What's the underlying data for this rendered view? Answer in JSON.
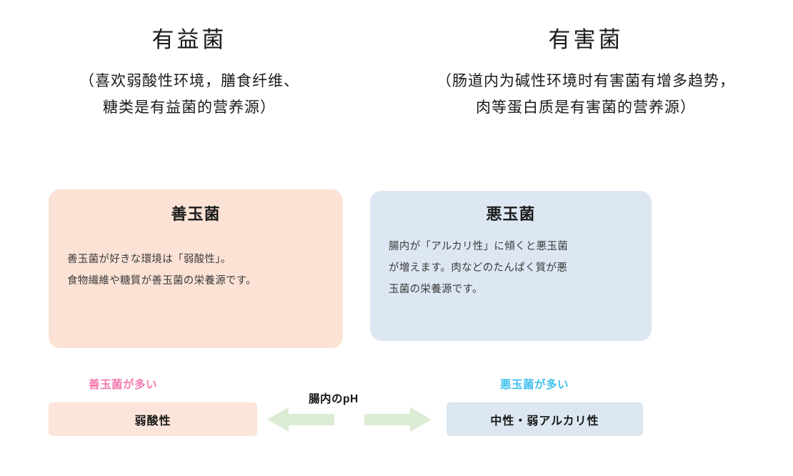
{
  "comparison": {
    "good": {
      "title": "有益菌",
      "note_line1": "（喜欢弱酸性环境，膳食纤维、",
      "note_line2": "糖类是有益菌的营养源）"
    },
    "bad": {
      "title": "有害菌",
      "note_line1": "（肠道内为碱性环境时有害菌有增多趋势，",
      "note_line2": "肉等蛋白质是有害菌的营养源）"
    }
  },
  "cards": {
    "good": {
      "title": "善玉菌",
      "body_line1": "善玉菌が好きな環境は「弱酸性」。",
      "body_line2": "食物繊維や糖質が善玉菌の栄養源です。",
      "bg_color": "#FBE2D5"
    },
    "bad": {
      "title": "悪玉菌",
      "body_line1": "腸内が「アルカリ性」に傾くと悪玉菌",
      "body_line2": "が増えます。肉などのたんぱく質が悪",
      "body_line3": "玉菌の栄養源です。",
      "bg_color": "#DDE7F3"
    }
  },
  "ph_scale": {
    "axis_label": "腸内のpH",
    "left_caption": "善玉菌が多い",
    "left_caption_color": "#F47BAE",
    "left_bar_label": "弱酸性",
    "left_bar_color": "#FBE4DA",
    "right_caption": "悪玉菌が多い",
    "right_caption_color": "#3FC0EE",
    "right_bar_label": "中性・弱アルカリ性",
    "right_bar_color": "#DCE7F2",
    "arrow_color": "#DCEBD4"
  }
}
